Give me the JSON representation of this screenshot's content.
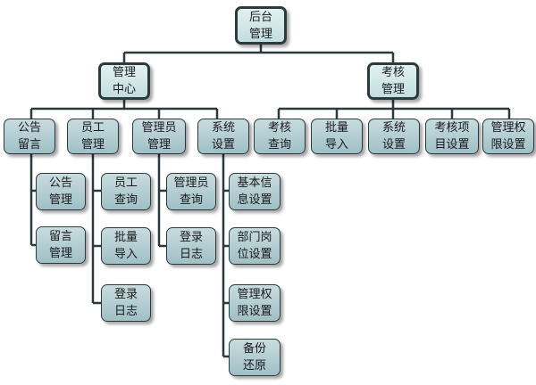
{
  "diagram": {
    "colors": {
      "node_fill": "#a9c9ce",
      "border": "#2b3a3d",
      "line": "#2b3a3d"
    },
    "root": {
      "line1": "后台",
      "line2": "管理"
    },
    "admin_center": {
      "line1": "管理",
      "line2": "中心"
    },
    "exam_mgmt": {
      "line1": "考核",
      "line2": "管理"
    },
    "admin_children": [
      {
        "line1": "公告",
        "line2": "留言"
      },
      {
        "line1": "员工",
        "line2": "管理"
      },
      {
        "line1": "管理员",
        "line2": "管理"
      },
      {
        "line1": "系统",
        "line2": "设置"
      }
    ],
    "exam_children": [
      {
        "line1": "考核",
        "line2": "查询"
      },
      {
        "line1": "批量",
        "line2": "导入"
      },
      {
        "line1": "系统",
        "line2": "设置"
      },
      {
        "line1": "考核项",
        "line2": "目设置"
      },
      {
        "line1": "管理权",
        "line2": "限设置"
      }
    ],
    "notice_sub": [
      {
        "line1": "公告",
        "line2": "管理"
      },
      {
        "line1": "留言",
        "line2": "管理"
      }
    ],
    "staff_sub": [
      {
        "line1": "员工",
        "line2": "查询"
      },
      {
        "line1": "批量",
        "line2": "导入"
      },
      {
        "line1": "登录",
        "line2": "日志"
      }
    ],
    "adminuser_sub": [
      {
        "line1": "管理员",
        "line2": "查询"
      },
      {
        "line1": "登录",
        "line2": "日志"
      }
    ],
    "system_sub": [
      {
        "line1": "基本信",
        "line2": "息设置"
      },
      {
        "line1": "部门岗",
        "line2": "位设置"
      },
      {
        "line1": "管理权",
        "line2": "限设置"
      },
      {
        "line1": "备份",
        "line2": "还原"
      }
    ]
  }
}
